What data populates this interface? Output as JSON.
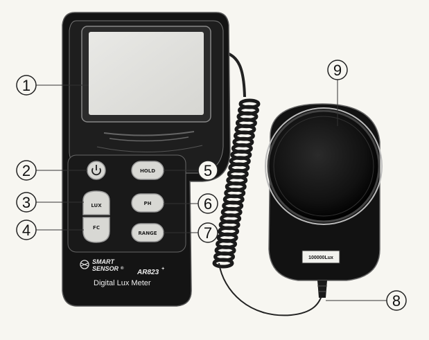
{
  "callouts": [
    "1",
    "2",
    "3",
    "4",
    "5",
    "6",
    "7",
    "8",
    "9"
  ],
  "buttons": {
    "power": "power-icon",
    "hold": "HOLD",
    "lux": "LUX",
    "ph": "PH",
    "fc": "FC",
    "range": "RANGE"
  },
  "meter": {
    "brand_line1": "SMART",
    "brand_line2": "SENSOR",
    "brand_mark": "®",
    "model": "AR823",
    "model_mark": "+",
    "description": "Digital Lux Meter"
  },
  "sensor": {
    "rating": "100000Lux"
  }
}
